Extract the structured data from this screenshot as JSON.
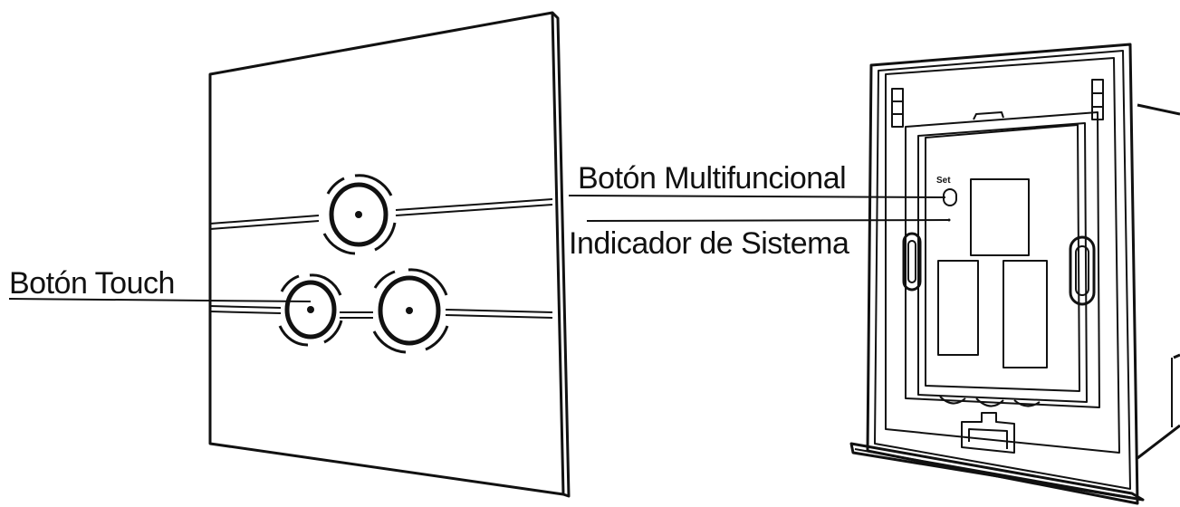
{
  "labels": {
    "touch_button": "Botón Touch",
    "multifunction_button": "Botón Multifuncional",
    "system_indicator": "Indicador de Sistema",
    "set": "Set"
  },
  "colors": {
    "line": "#111111",
    "background": "#ffffff"
  }
}
